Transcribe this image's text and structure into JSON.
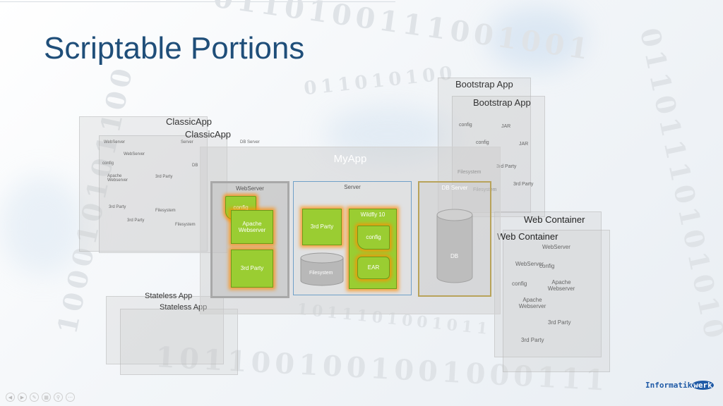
{
  "title": "Scriptable Portions",
  "binary_text": {
    "arc_top": "0110100111001001",
    "arc_right": "01101110101010",
    "arc_left": "100010101100",
    "arc_bottom": "1011001001001000111",
    "inner_top": "011010100",
    "inner_bottom": "1011101001011"
  },
  "classic_app": {
    "title_back": "ClassicApp",
    "title_front": "ClassicApp",
    "labels": [
      "WebServer",
      "Server",
      "DB Server",
      "WebServer",
      "config",
      "Apache Webserver",
      "3rd Party",
      "3rd Party",
      "Filesystem",
      "Filesystem",
      "3rd Party",
      "DB"
    ]
  },
  "bootstrap_app": {
    "title_back": "Bootstrap App",
    "title_front": "Bootstrap App",
    "labels": [
      "config",
      "JAR",
      "config",
      "JAR",
      "3rd Party",
      "3rd Party",
      "Filesystem",
      "Filesystem"
    ]
  },
  "web_container": {
    "title_back": "Web Container",
    "title_front": "Web Container",
    "labels": [
      "WebServer",
      "WebServer",
      "config",
      "config",
      "Apache Webserver",
      "Apache Webserver",
      "3rd Party",
      "3rd Party"
    ]
  },
  "stateless_app": {
    "title_back": "Stateless App",
    "title_front": "Stateless App"
  },
  "myapp": {
    "title": "MyApp",
    "webserver": {
      "label": "WebServer",
      "config": "config",
      "apache": "Apache Webserver",
      "third_party": "3rd Party"
    },
    "server": {
      "label": "Server",
      "third_party": "3rd Party",
      "filesystem": "Filesystem",
      "wildfly": {
        "label": "Wildfly 10",
        "config": "config",
        "ear": "EAR"
      }
    },
    "db_server": {
      "label": "DB Server",
      "db": "DB"
    }
  },
  "logo": {
    "text": "Informatik",
    "badge": "werk"
  },
  "colors": {
    "title": "#1f4e79",
    "highlight_green": "#9acd32",
    "glow": "#ff8c00",
    "server_border": "#6fa0c8",
    "db_border": "#b8a35a"
  }
}
